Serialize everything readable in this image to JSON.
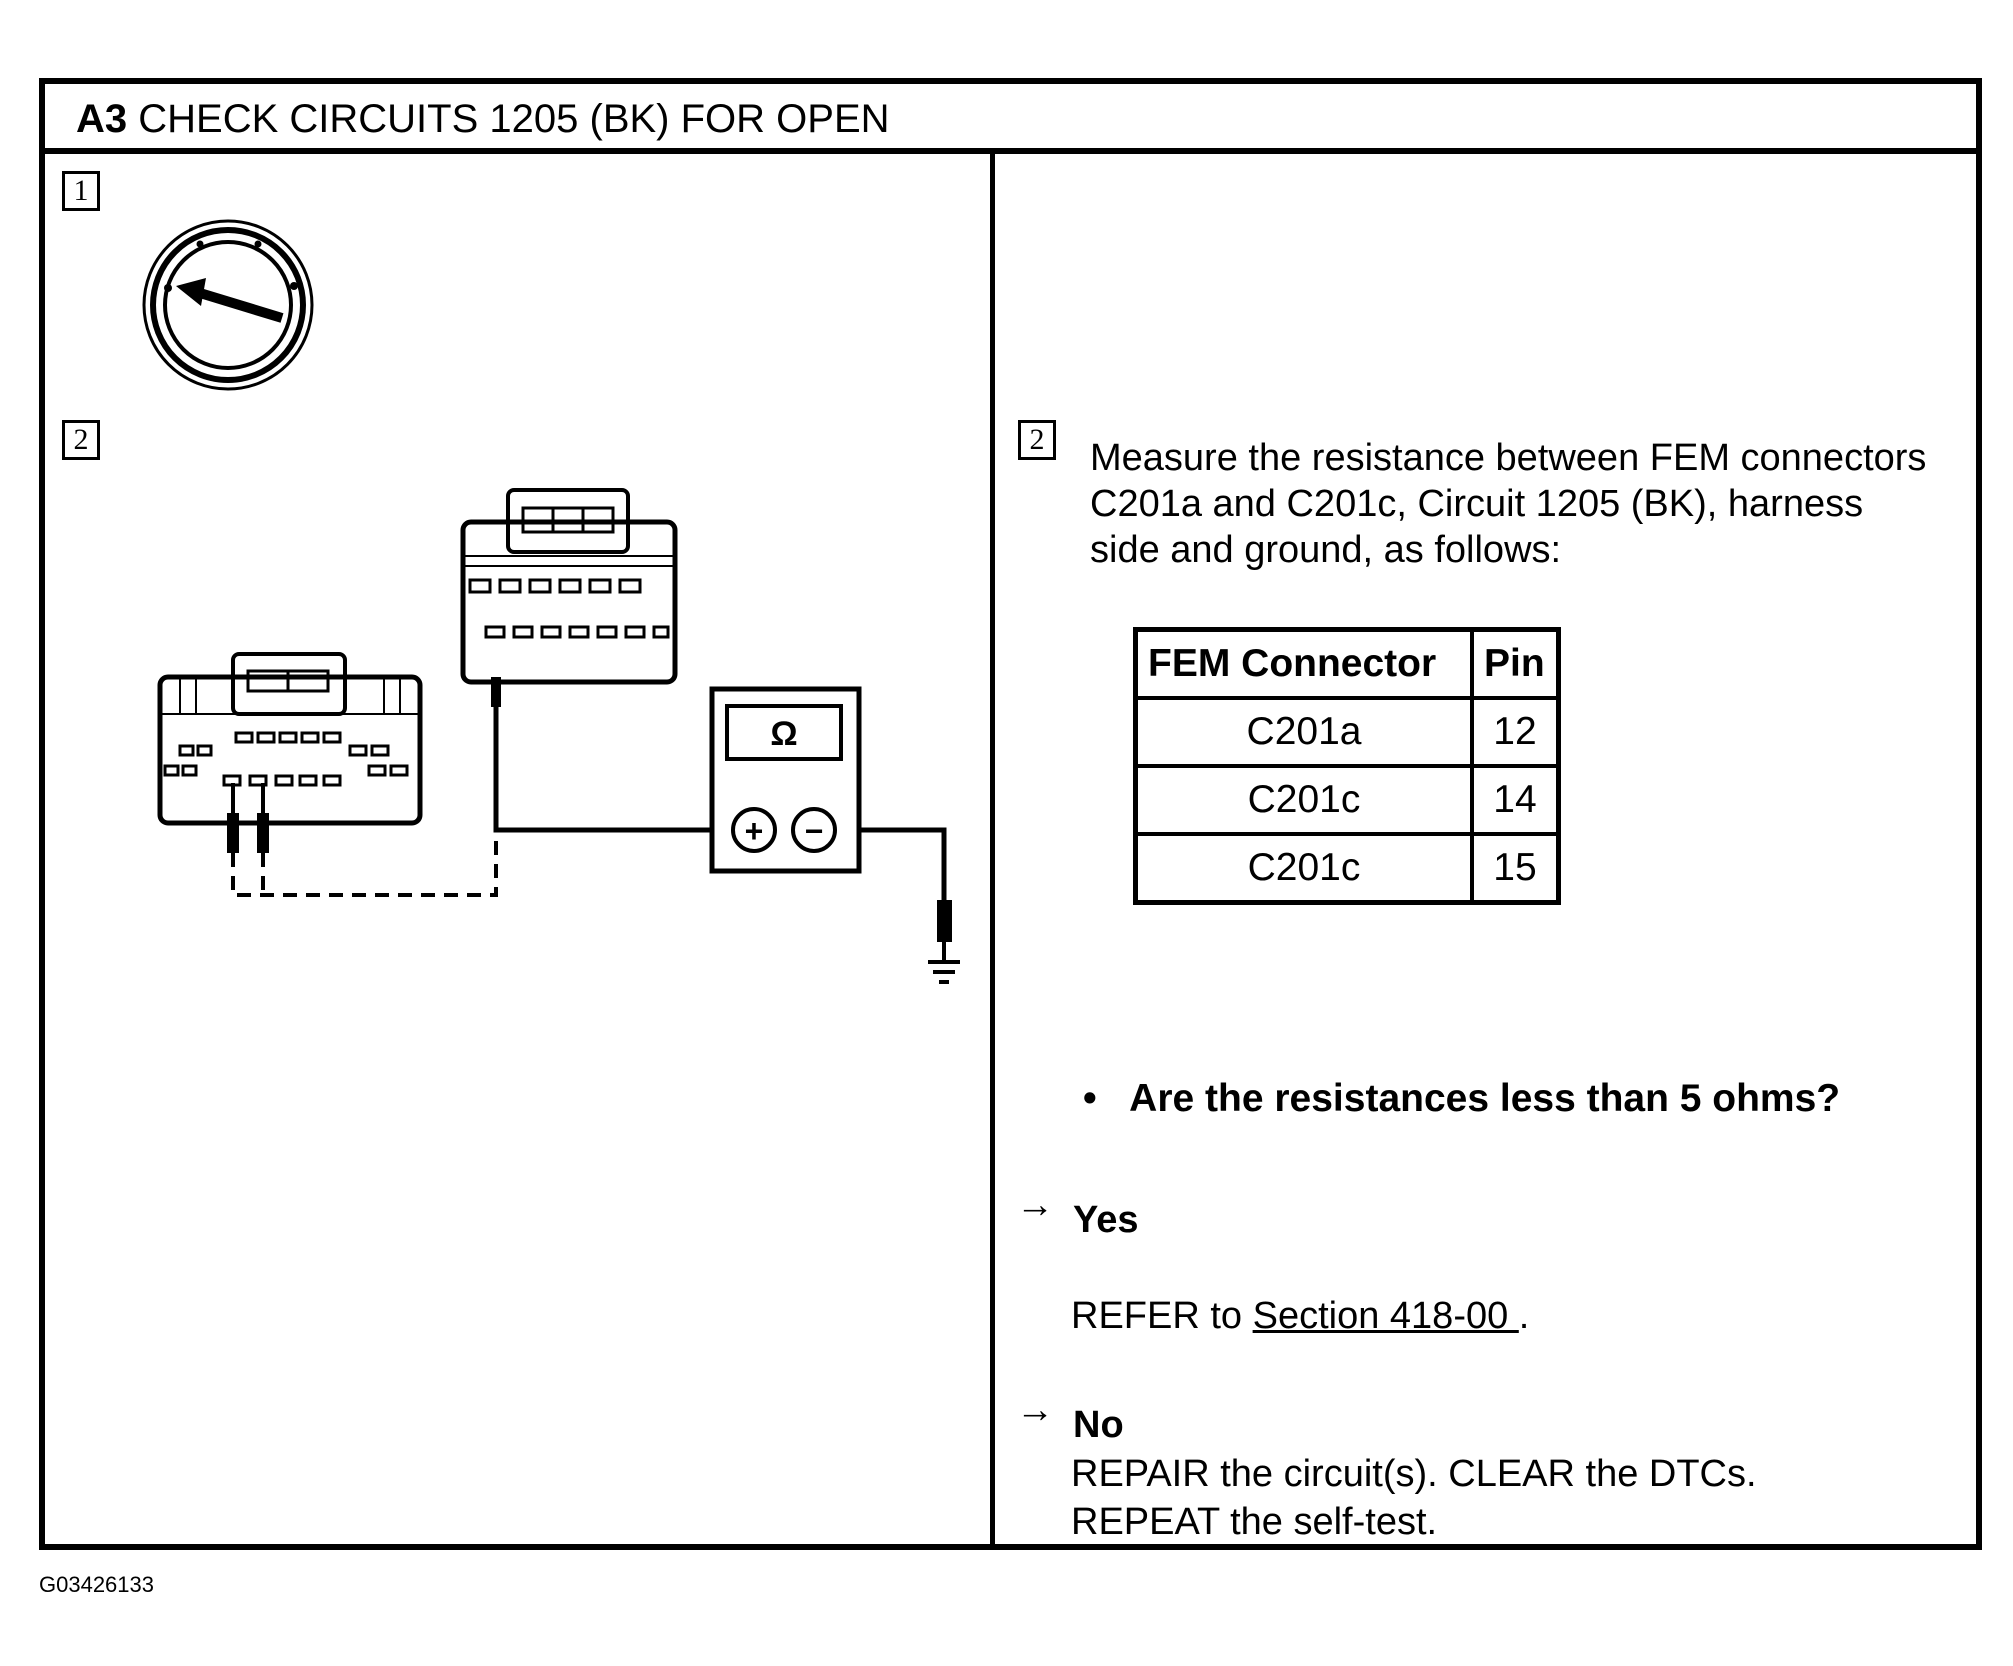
{
  "title": {
    "step": "A3",
    "text": "CHECK CIRCUITS 1205 (BK) FOR OPEN"
  },
  "steps": {
    "one": "1",
    "two": "2",
    "two_right": "2"
  },
  "diagram": {
    "ohm_symbol": "Ω",
    "plus": "+",
    "minus": "−"
  },
  "instruction": "Measure the resistance between FEM connectors C201a and C201c, Circuit 1205 (BK), harness side and ground, as follows:",
  "table": {
    "headers": [
      "FEM Connector",
      "Pin"
    ],
    "rows": [
      [
        "C201a",
        "12"
      ],
      [
        "C201c",
        "14"
      ],
      [
        "C201c",
        "15"
      ]
    ]
  },
  "question": {
    "bullet": "•",
    "text": "Are the resistances less than 5 ohms?"
  },
  "answers": {
    "arrow": "→",
    "yes": {
      "label": "Yes",
      "prefix": "REFER to ",
      "link": "Section 418-00 ",
      "suffix": "."
    },
    "no": {
      "label": "No",
      "line1": "REPAIR the circuit(s). CLEAR the DTCs.",
      "line2": "REPEAT the self-test."
    }
  },
  "figure_id": "G03426133"
}
